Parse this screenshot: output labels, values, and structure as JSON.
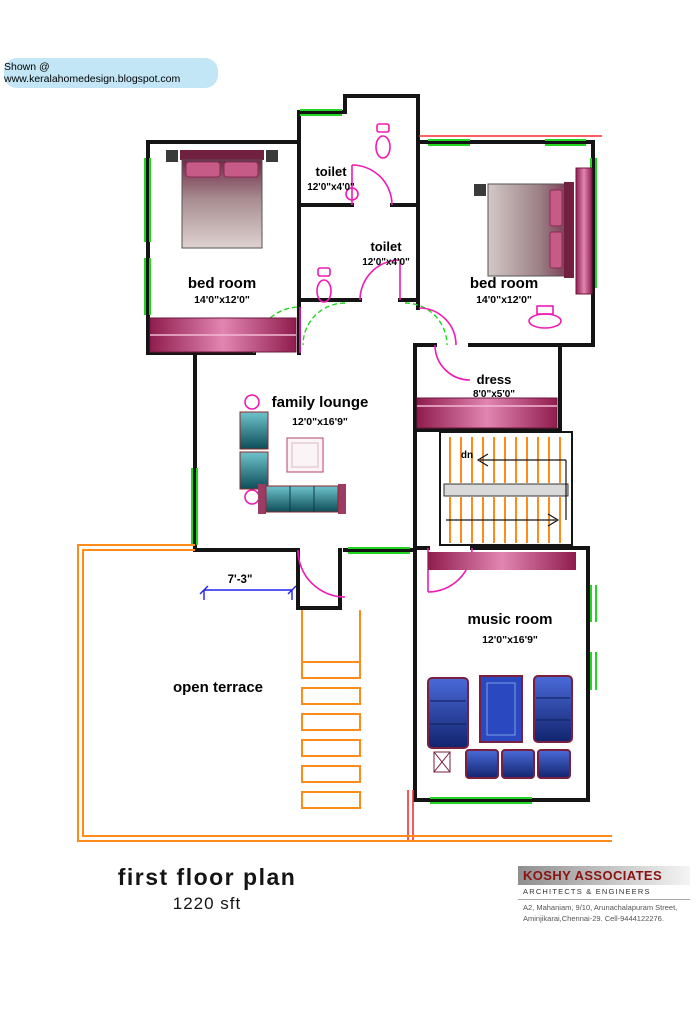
{
  "watermark": {
    "text": "Shown @  www.keralahomedesign.blogspot.com"
  },
  "plan": {
    "labels": {
      "bedroom_left": {
        "name": "bed room",
        "size": "14'0\"x12'0\""
      },
      "bedroom_right": {
        "name": "bed room",
        "size": "14'0\"x12'0\""
      },
      "toilet_top": {
        "name": "toilet",
        "size": "12'0\"x4'0\""
      },
      "toilet_mid": {
        "name": "toilet",
        "size": "12'0\"x4'0\""
      },
      "dress": {
        "name": "dress",
        "size": "8'0\"x5'0\""
      },
      "family_lounge": {
        "name": "family lounge",
        "size": "12'0\"x16'9\""
      },
      "music_room": {
        "name": "music room",
        "size": "12'0\"x16'9\""
      },
      "open_terrace": {
        "name": "open terrace"
      },
      "stair": "dn",
      "dimension": "7'-3\""
    }
  },
  "title": {
    "main": "first floor plan",
    "area": "1220 sft"
  },
  "firm": {
    "name": "KOSHY ASSOCIATES",
    "subtitle": "ARCHITECTS & ENGINEERS",
    "address1": "A2, Mahaniam, 9/10, Arunachalapuram Street,",
    "address2": "Aminjikarai,Chennai-29. Cell-9444122276."
  },
  "colors": {
    "wall": "#141414",
    "window": "#23d523",
    "door": "#f019b4",
    "terrace": "#ff8c1a",
    "accent_fill": "#9c2050",
    "dimension": "#2222ee",
    "red_line": "#ff2a2a",
    "sofa_dark": "#0d4d58",
    "sofa_blue": "#2a49c0",
    "badge_bg": "#c2e6f5"
  }
}
